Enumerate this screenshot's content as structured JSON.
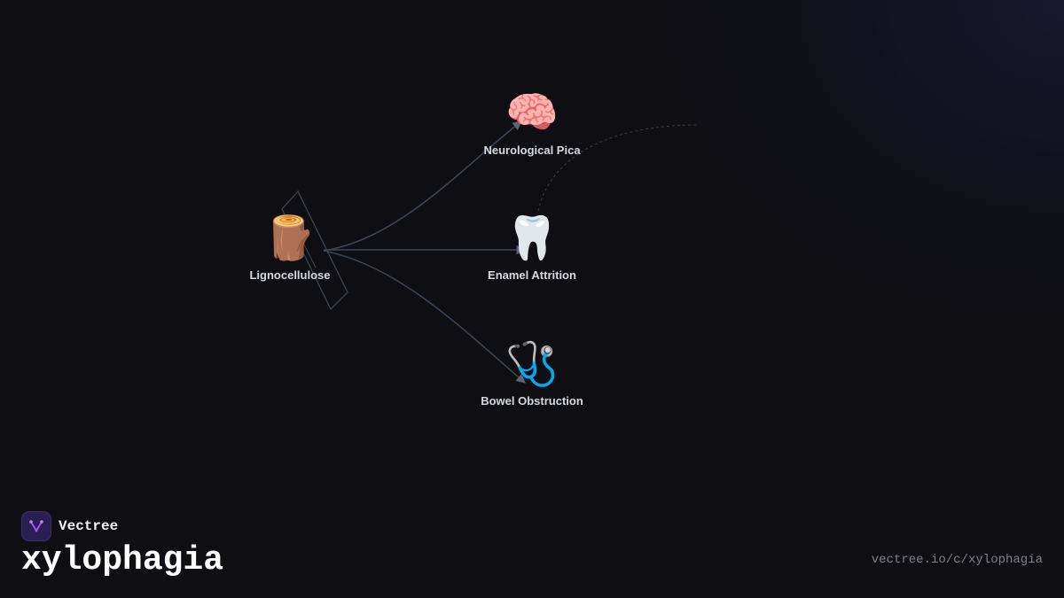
{
  "brand": {
    "name": "Vectree"
  },
  "title": "xylophagia",
  "url": "vectree.io/c/xylophagia",
  "diagram": {
    "root": {
      "icon": "🪵",
      "icon_name": "wood-log-icon",
      "label": "Lignocellulose"
    },
    "children": [
      {
        "id": "neurological-pica",
        "icon": "🧠",
        "icon_name": "brain-icon",
        "label": "Neurological Pica"
      },
      {
        "id": "enamel-attrition",
        "icon": "🦷",
        "icon_name": "tooth-icon",
        "label": "Enamel Attrition"
      },
      {
        "id": "bowel-obstruction",
        "icon": "🩺",
        "icon_name": "stethoscope-icon",
        "label": "Bowel Obstruction"
      }
    ]
  },
  "colors": {
    "background": "#0f0f13",
    "edge": "#3d4657",
    "label": "#d6d8e0",
    "brand_accent": "#a855f7"
  }
}
